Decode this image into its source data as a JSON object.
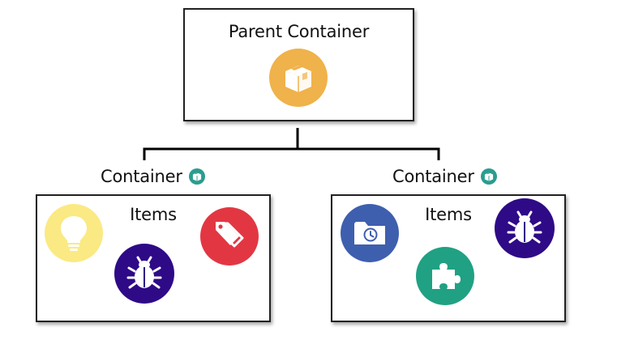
{
  "parent": {
    "title": "Parent Container",
    "icon": "box-icon",
    "icon_color": "#f0b24a"
  },
  "containers": [
    {
      "label": "Container",
      "badge_icon": "box-icon",
      "badge_color": "#2a9d8f",
      "items_title": "Items",
      "items": [
        {
          "icon": "lightbulb-icon",
          "color": "#fbe983"
        },
        {
          "icon": "bug-icon",
          "color": "#2e0a87"
        },
        {
          "icon": "tags-icon",
          "color": "#e23743"
        }
      ]
    },
    {
      "label": "Container",
      "badge_icon": "box-icon",
      "badge_color": "#2a9d8f",
      "items_title": "Items",
      "items": [
        {
          "icon": "folder-clock-icon",
          "color": "#3e5fae"
        },
        {
          "icon": "bug-icon",
          "color": "#2e0a87"
        },
        {
          "icon": "puzzle-icon",
          "color": "#20a183"
        }
      ]
    }
  ],
  "colors": {
    "border": "#222222",
    "connector": "#000000"
  }
}
